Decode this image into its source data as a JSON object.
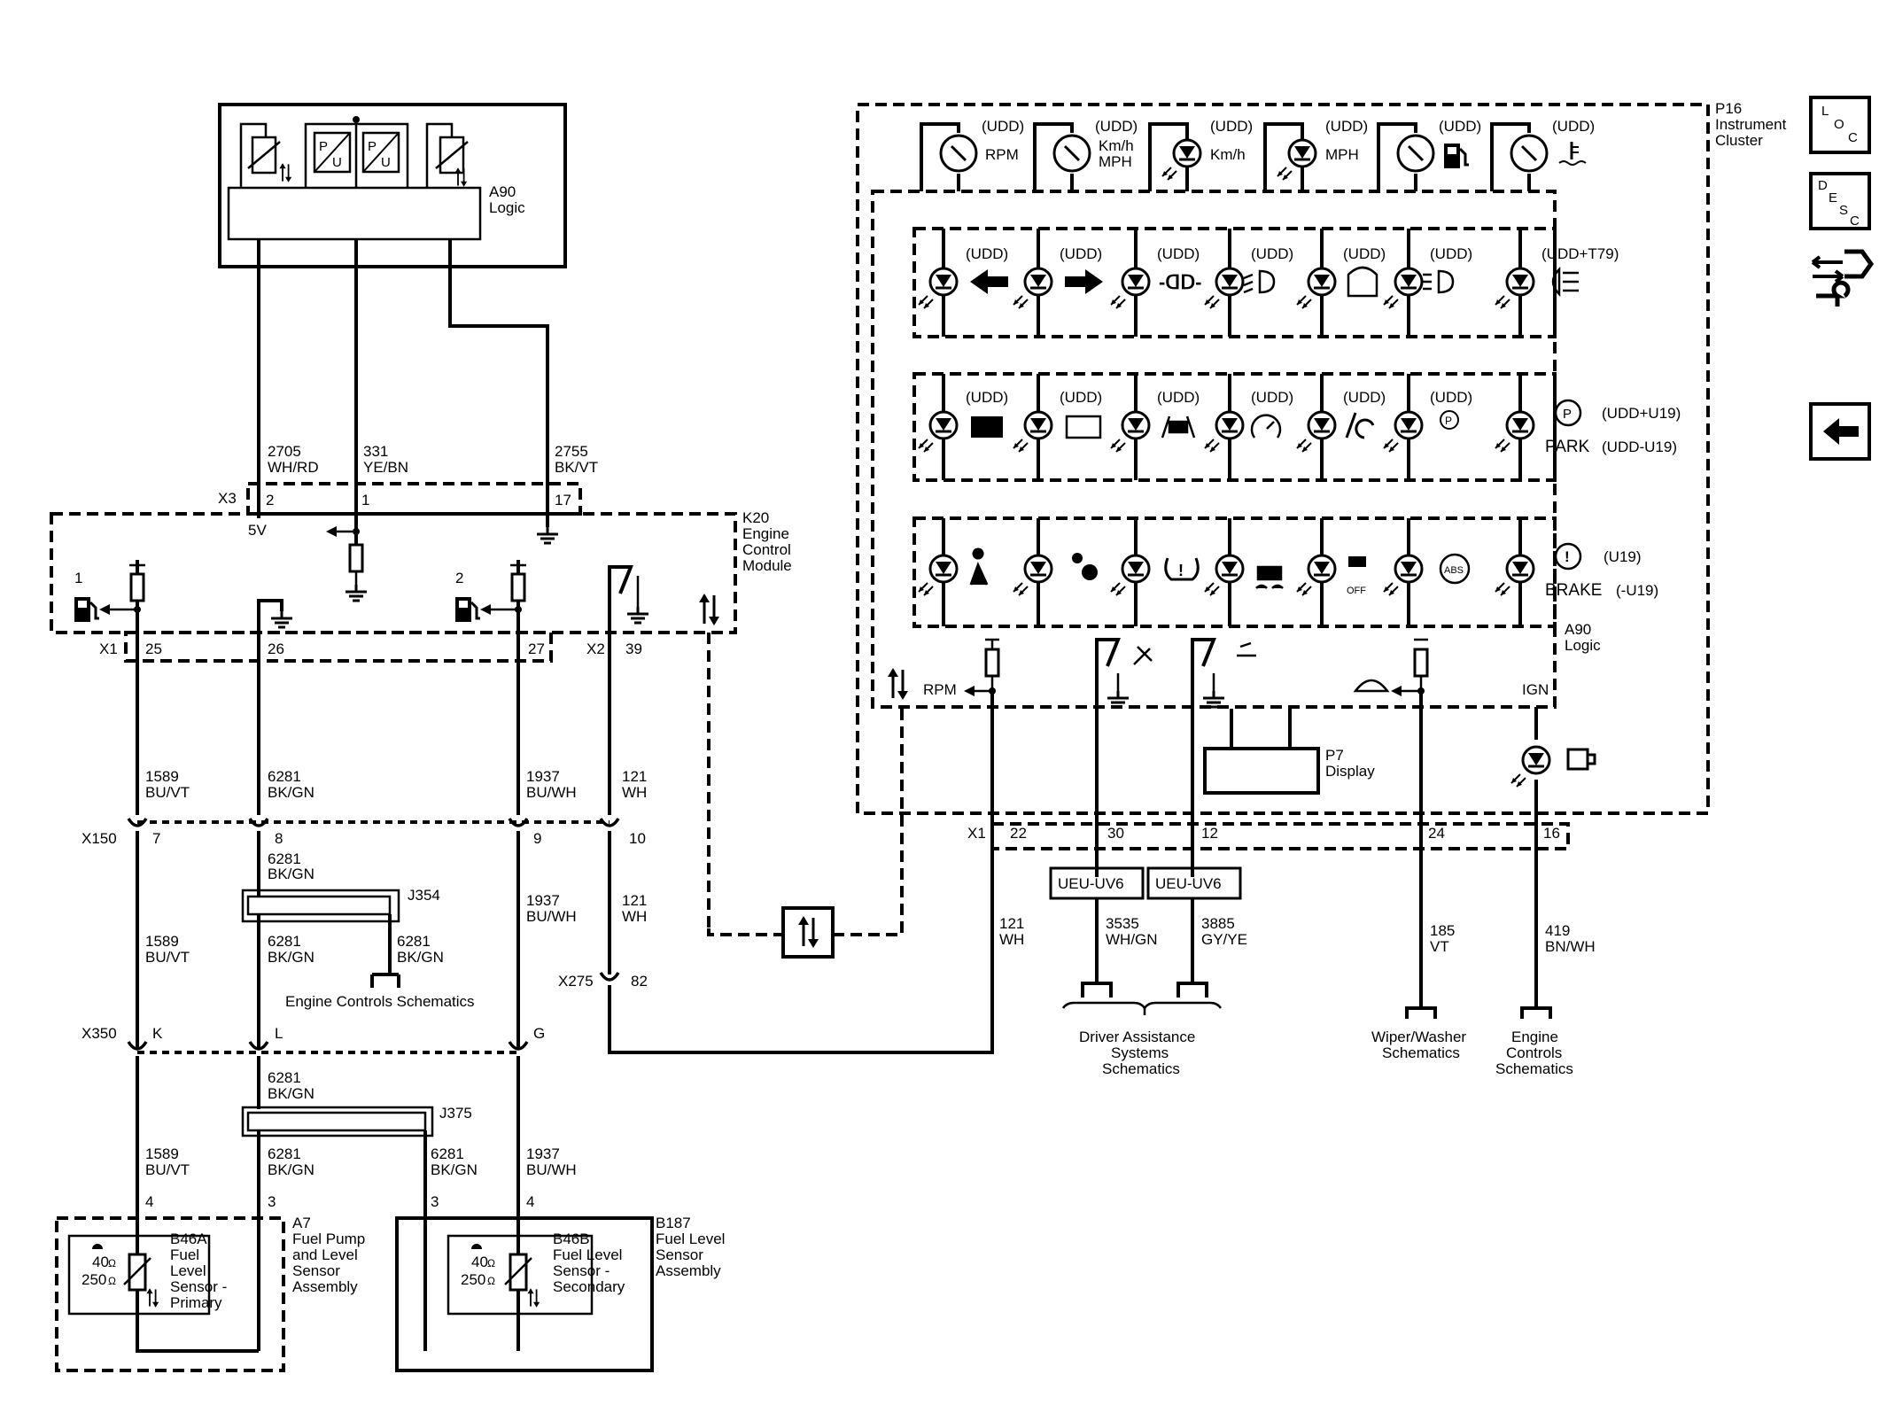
{
  "components": {
    "a90_top": {
      "id": "A90",
      "name": "Logic"
    },
    "k20": {
      "id": "K20",
      "name": "Engine Control Module",
      "pins_x3": [
        "2",
        "1",
        "17"
      ],
      "x3": "X3",
      "label_5v": "5V",
      "x1": "X1",
      "x2": "X2",
      "pins_x1": [
        "25",
        "26",
        "27"
      ],
      "pin_x2": "39",
      "pump1": "1",
      "pump2": "2"
    },
    "p16": {
      "id": "P16",
      "name": "Instrument Cluster"
    },
    "a90_cluster": {
      "id": "A90",
      "name": "Logic"
    },
    "p7": {
      "id": "P7",
      "name": "Display"
    },
    "a7": {
      "id": "A7",
      "name": "Fuel Pump and Level Sensor Assembly"
    },
    "b187": {
      "id": "B187",
      "name": "Fuel Level Sensor Assembly"
    },
    "b46a": {
      "id": "B46A",
      "name": "Fuel Level Sensor - Primary",
      "pin_a": "4",
      "pin_b": "3"
    },
    "b46b": {
      "id": "B46B",
      "name": "Fuel Level Sensor - Secondary",
      "pin_a": "3",
      "pin_b": "4"
    },
    "ohm_40": "40",
    "ohm_250": "250",
    "ohm_unit": "Ω"
  },
  "gauges": {
    "udd": "(UDD)",
    "rpm": "RPM",
    "kmh": "Km/h",
    "mph": "MPH"
  },
  "indicator_labels": {
    "udd": "(UDD)",
    "udd_t79": "(UDD+T79)",
    "udd_u19": "(UDD+U19)",
    "park": "PARK",
    "udd_minus_u19": "(UDD-U19)",
    "u19": "(U19)",
    "brake": "BRAKE",
    "minus_u19": "(-U19)",
    "off": "OFF",
    "abs": "ABS",
    "p": "P",
    "rpm": "RPM",
    "ign": "IGN"
  },
  "wires": {
    "w2705": {
      "circuit": "2705",
      "color": "WH/RD"
    },
    "w331": {
      "circuit": "331",
      "color": "YE/BN"
    },
    "w2755": {
      "circuit": "2755",
      "color": "BK/VT"
    },
    "w1589": {
      "circuit": "1589",
      "color": "BU/VT"
    },
    "w6281": {
      "circuit": "6281",
      "color": "BK/GN"
    },
    "w1937": {
      "circuit": "1937",
      "color": "BU/WH"
    },
    "w121": {
      "circuit": "121",
      "color": "WH"
    },
    "w3535": {
      "circuit": "3535",
      "color": "WH/GN"
    },
    "w3885": {
      "circuit": "3885",
      "color": "GY/YE"
    },
    "w185": {
      "circuit": "185",
      "color": "VT"
    },
    "w419": {
      "circuit": "419",
      "color": "BN/WH"
    }
  },
  "connectors": {
    "x150": {
      "id": "X150",
      "pins": [
        "7",
        "8",
        "9",
        "10"
      ]
    },
    "x350": {
      "id": "X350",
      "pins": [
        "K",
        "L",
        "G"
      ]
    },
    "x275": {
      "id": "X275",
      "pin": "82"
    },
    "x1_cluster": {
      "id": "X1",
      "pins": [
        "22",
        "30",
        "12",
        "24",
        "16"
      ]
    }
  },
  "splices": {
    "j354": "J354",
    "j375": "J375"
  },
  "options": {
    "uev": "UEU-UV6"
  },
  "references": {
    "engine_controls_1": "Engine Controls Schematics",
    "driver_assist": "Driver Assistance Systems Schematics",
    "wiper": "Wiper/Washer Schematics",
    "engine_controls_2": "Engine Controls Schematics"
  },
  "nav_buttons": {
    "loc": {
      "letters": [
        "L",
        "O",
        "C"
      ]
    },
    "desc": {
      "letters": [
        "D",
        "E",
        "S",
        "C"
      ]
    }
  }
}
